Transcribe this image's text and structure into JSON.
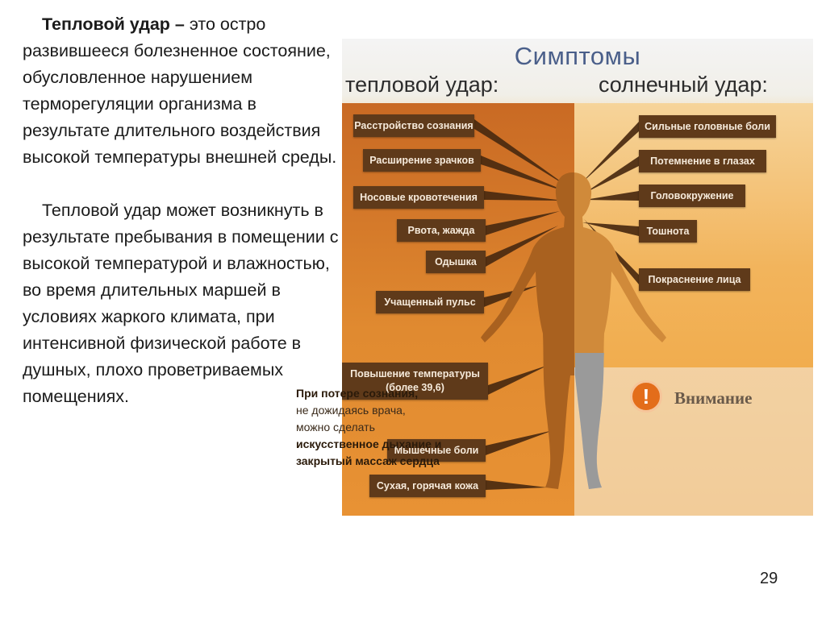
{
  "text": {
    "p1_bold": "Тепловой удар –",
    "p1_rest": " это остро развившееся болезненное состояние, обусловленное нарушением терморегуляции организма в результате длительного воздействия высокой температуры внешней среды.",
    "p2": "Тепловой удар может возникнуть в результате пребывания в помещении с высокой температурой и влажностью, во время длительных маршей в условиях жаркого климата, при интенсивной физической работе в душных, плохо проветриваемых помещениях."
  },
  "infographic": {
    "title": "Симптомы",
    "heatstroke_title": "тепловой удар:",
    "sunstroke_title": "солнечный удар:",
    "heatstroke_symptoms": [
      "Расстройство сознания",
      "Расширение зрачков",
      "Носовые кровотечения",
      "Рвота, жажда",
      "Одышка",
      "Учащенный пульс",
      "Повышение температуры (более 39,6)",
      "Мышечные боли",
      "Сухая, горячая кожа"
    ],
    "sunstroke_symptoms": [
      "Сильные головные боли",
      "Потемнение в глазах",
      "Головокружение",
      "Тошнота",
      "Покраснение лица"
    ],
    "attention": {
      "icon": "!",
      "title": "Внимание",
      "lines": [
        "При потере сознания,",
        "не дожидаясь врача,",
        "можно сделать",
        "искусственное дыхание и",
        "закрытый массаж сердца"
      ]
    }
  },
  "page_number": "29",
  "colors": {
    "label_bg": "#5f3a1a",
    "heatstroke_side": "#d57a2a",
    "sunstroke_side": "#f2b45c",
    "title_color": "#4a5f8a",
    "attention_icon": "#e36d1a"
  }
}
